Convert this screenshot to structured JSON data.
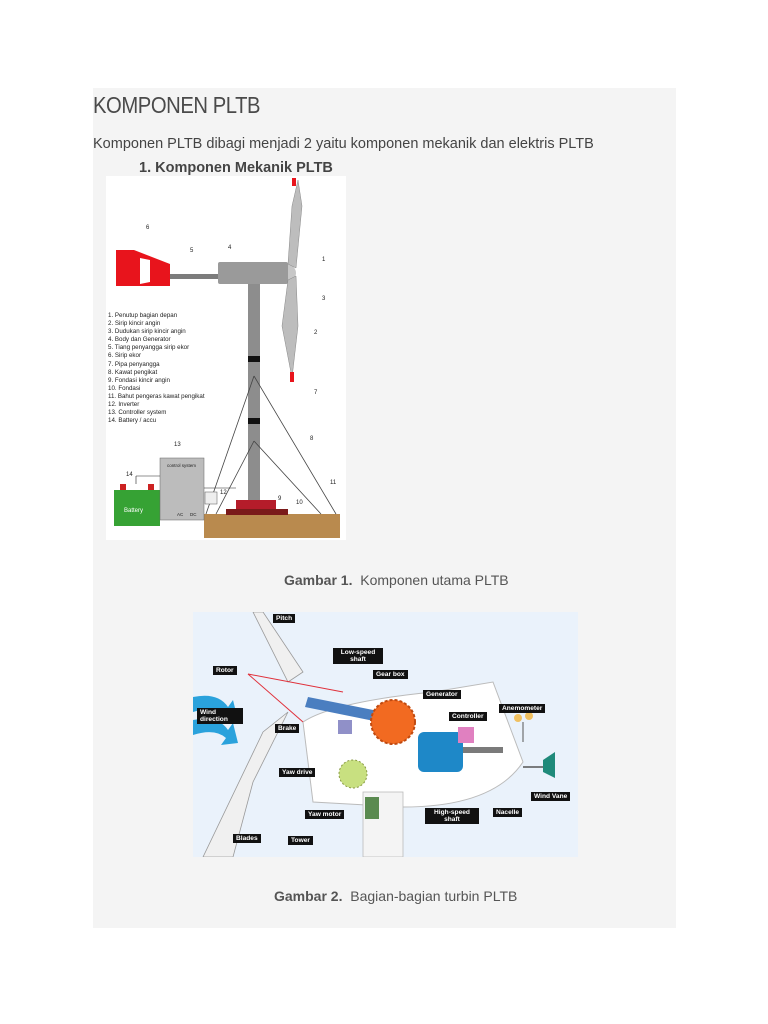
{
  "page": {
    "title": "KOMPONEN PLTB",
    "intro": "Komponen PLTB dibagi menjadi 2 yaitu komponen mekanik dan elektris PLTB",
    "subheading": "1. Komponen Mekanik PLTB"
  },
  "figure1": {
    "caption_label": "Gambar 1.",
    "caption_text": "Komponen utama PLTB",
    "legend": [
      "1. Penutup bagian depan",
      "2. Sirip kincir angin",
      "3. Dudukan sirip kincir angin",
      "4. Body dan Generator",
      "5. Tiang penyangga sirip ekor",
      "6. Sirip ekor",
      "7. Pipa penyangga",
      "8. Kawat pengikat",
      "9. Fondasi kincir angin",
      "10. Fondasi",
      "11. Bahut pengeras kawat pengikat",
      "12. Inverter",
      "13. Controller system",
      "14. Battery / accu"
    ],
    "numbers": [
      "1",
      "2",
      "3",
      "4",
      "5",
      "6",
      "7",
      "8",
      "9",
      "10",
      "11",
      "12",
      "13",
      "14"
    ],
    "battery_label": "Battery",
    "control_label": "control system",
    "ac_label": "AC",
    "dc_label": "DC"
  },
  "figure2": {
    "caption_label": "Gambar 2.",
    "caption_text": "Bagian-bagian turbin PLTB",
    "labels": {
      "pitch": "Pitch",
      "rotor": "Rotor",
      "low_speed_shaft": "Low-speed shaft",
      "gear_box": "Gear box",
      "generator": "Generator",
      "anemometer": "Anemometer",
      "controller": "Controller",
      "wind_direction": "Wind direction",
      "brake": "Brake",
      "yaw_drive": "Yaw drive",
      "yaw_motor": "Yaw motor",
      "high_speed_shaft": "High-speed shaft",
      "nacelle": "Nacelle",
      "wind_vane": "Wind Vane",
      "blades": "Blades",
      "tower": "Tower"
    }
  }
}
